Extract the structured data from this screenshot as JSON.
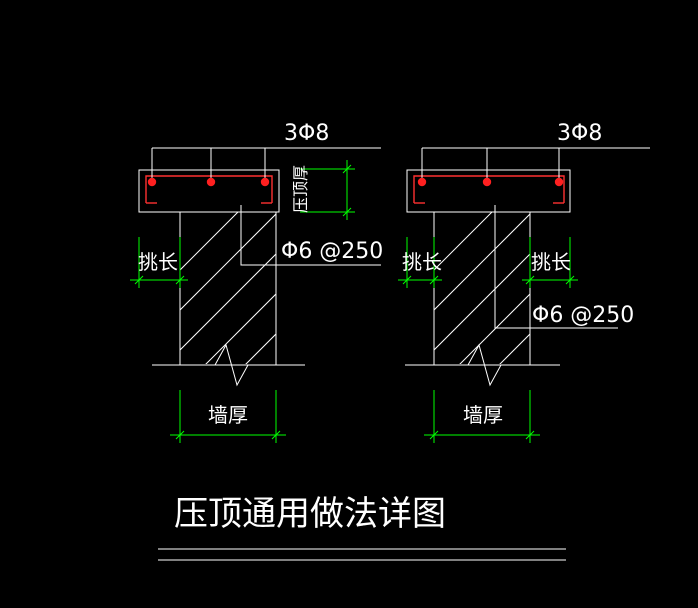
{
  "colors": {
    "background": "#000000",
    "line": "#ffffff",
    "dimension": "#00ff00",
    "rebar": "#ff2020",
    "stirrup": "#ff3030"
  },
  "left_detail": {
    "top_rebar": "3Φ8",
    "stirrup": "Φ6 @250",
    "height_label": "压顶厚",
    "overhang_label": "挑长",
    "wall_label": "墙厚"
  },
  "right_detail": {
    "top_rebar": "3Φ8",
    "stirrup": "Φ6 @250",
    "overhang_left_label": "挑长",
    "overhang_right_label": "挑长",
    "wall_label": "墙厚"
  },
  "title": "压顶通用做法详图"
}
